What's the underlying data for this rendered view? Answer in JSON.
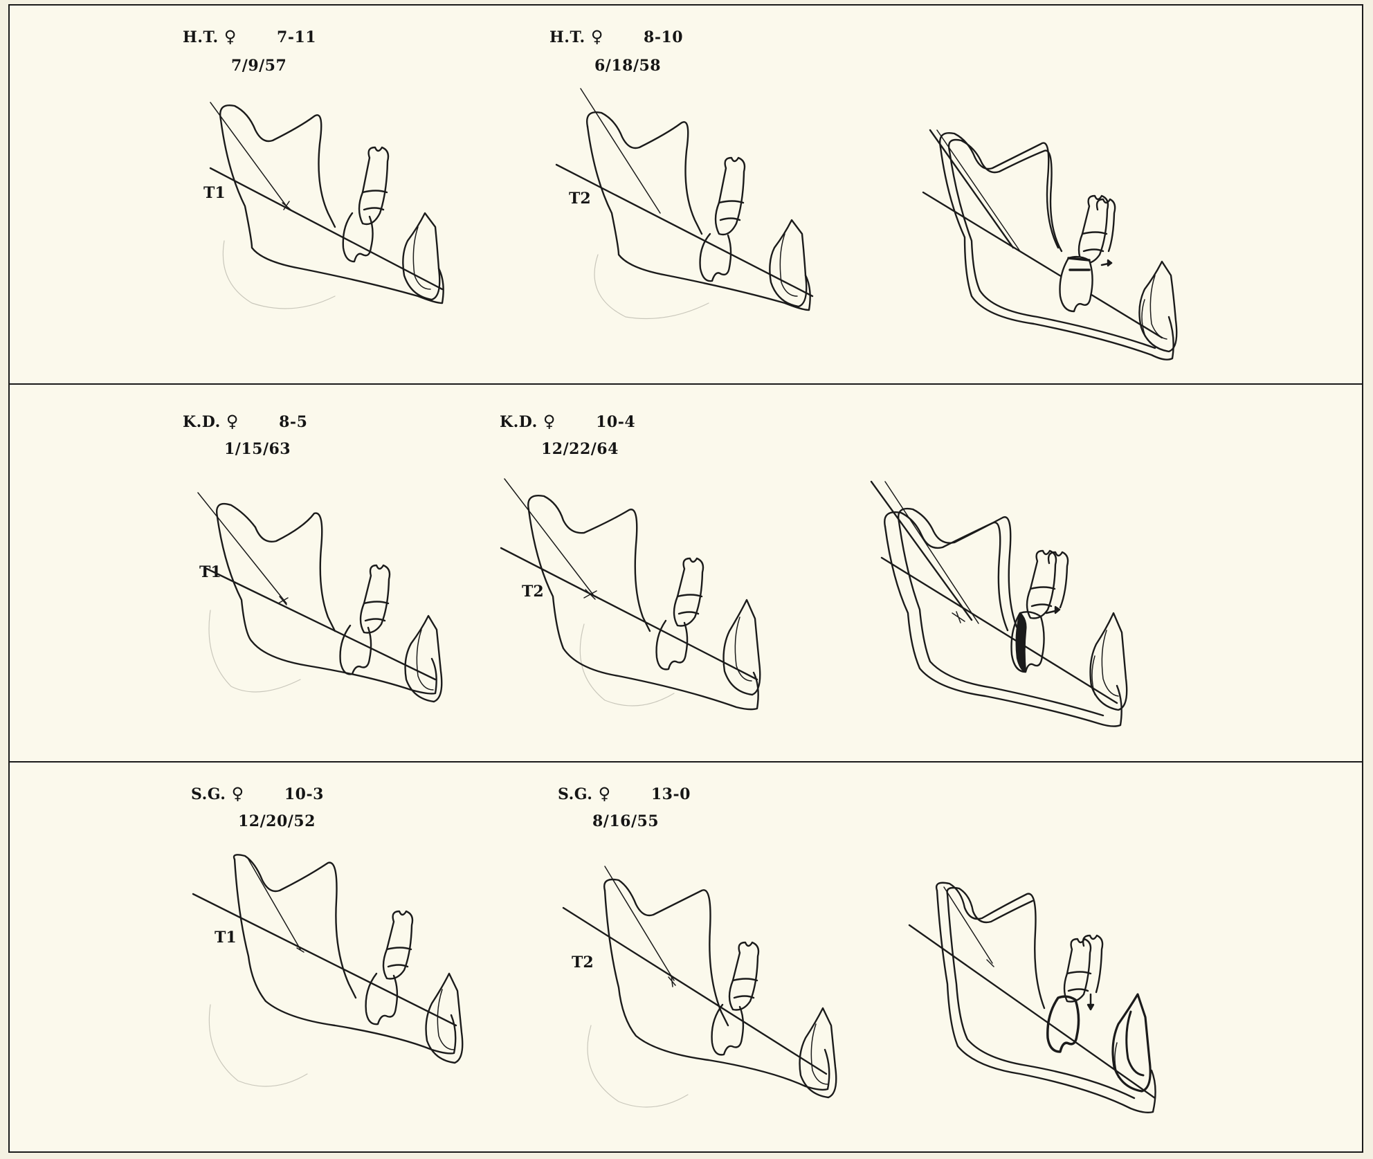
{
  "rows": [
    {
      "t1": {
        "initials": "H.T.",
        "sex": "♀",
        "age": "7-11",
        "date": "7/9/57",
        "marker": "T1"
      },
      "t2": {
        "initials": "H.T.",
        "sex": "♀",
        "age": "8-10",
        "date": "6/18/58",
        "marker": "T2"
      }
    },
    {
      "t1": {
        "initials": "K.D.",
        "sex": "♀",
        "age": "8-5",
        "date": "1/15/63",
        "marker": "T1"
      },
      "t2": {
        "initials": "K.D.",
        "sex": "♀",
        "age": "10-4",
        "date": "12/22/64",
        "marker": "T2"
      }
    },
    {
      "t1": {
        "initials": "S.G.",
        "sex": "♀",
        "age": "10-3",
        "date": "12/20/52",
        "marker": "T1"
      },
      "t2": {
        "initials": "S.G.",
        "sex": "♀",
        "age": "13-0",
        "date": "8/16/55",
        "marker": "T2"
      }
    }
  ]
}
